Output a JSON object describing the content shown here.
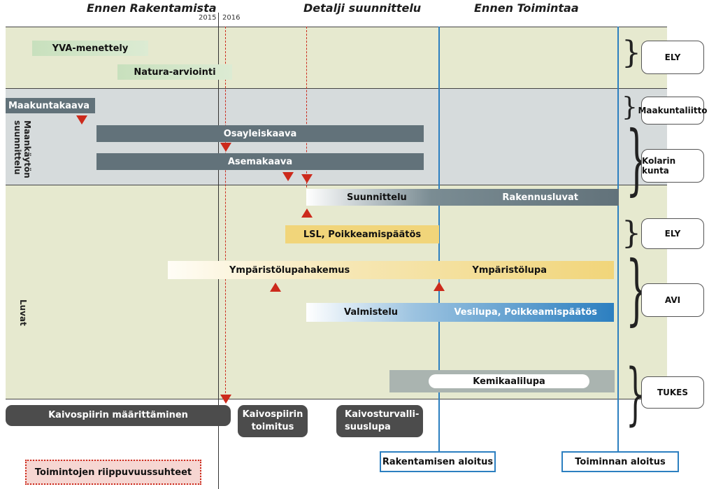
{
  "phases": [
    "Ennen Rakentamista",
    "Detalji suunnittelu",
    "Ennen Toimintaa"
  ],
  "years": [
    "2015",
    "2016"
  ],
  "sections": {
    "planning": "Maankäytön suunnittelu",
    "permits": "Luvat"
  },
  "bars": {
    "yva": "YVA-menettely",
    "natura": "Natura-arviointi",
    "maakunta": "Maakuntakaava",
    "osayleis": "Osayleiskaava",
    "asema": "Asemakaava",
    "suunnittelu": "Suunnittelu",
    "rakennusluvat": "Rakennusluvat",
    "lsl": "LSL, Poikkeamispäätös",
    "ymp_hakemus": "Ympäristölupahakemus",
    "ymp_lupa": "Ympäristölupa",
    "valmistelu": "Valmistelu",
    "vesilupa": "Vesilupa, Poikkeamispäätös",
    "kemikaali": "Kemikaalilupa"
  },
  "authorities": {
    "ely1": "ELY",
    "maakuntaliitto": "Maakuntaliitto",
    "kolari": "Kolarin kunta",
    "ely2": "ELY",
    "avi": "AVI",
    "tukes": "TUKES"
  },
  "bottom": {
    "kaivospiiri_maar": "Kaivospiirin määrittäminen",
    "kaivospiiri_toim_1": "Kaivospiirin",
    "kaivospiiri_toim_2": "toimitus",
    "turvallisuus_1": "Kaivosturvalli-",
    "turvallisuus_2": "suuslupa"
  },
  "milestones": {
    "rakentaminen": "Rakentamisen aloitus",
    "toiminta": "Toiminnan aloitus"
  },
  "legend": "Toimintojen riippuvuussuhteet",
  "colors": {
    "band_green": "#e6e9cf",
    "band_grey": "#d6dbdc",
    "dark_bar": "#62727a",
    "blue": "#2c7fc0",
    "yellow": "#f1d57a",
    "red": "#cc2a1c"
  }
}
